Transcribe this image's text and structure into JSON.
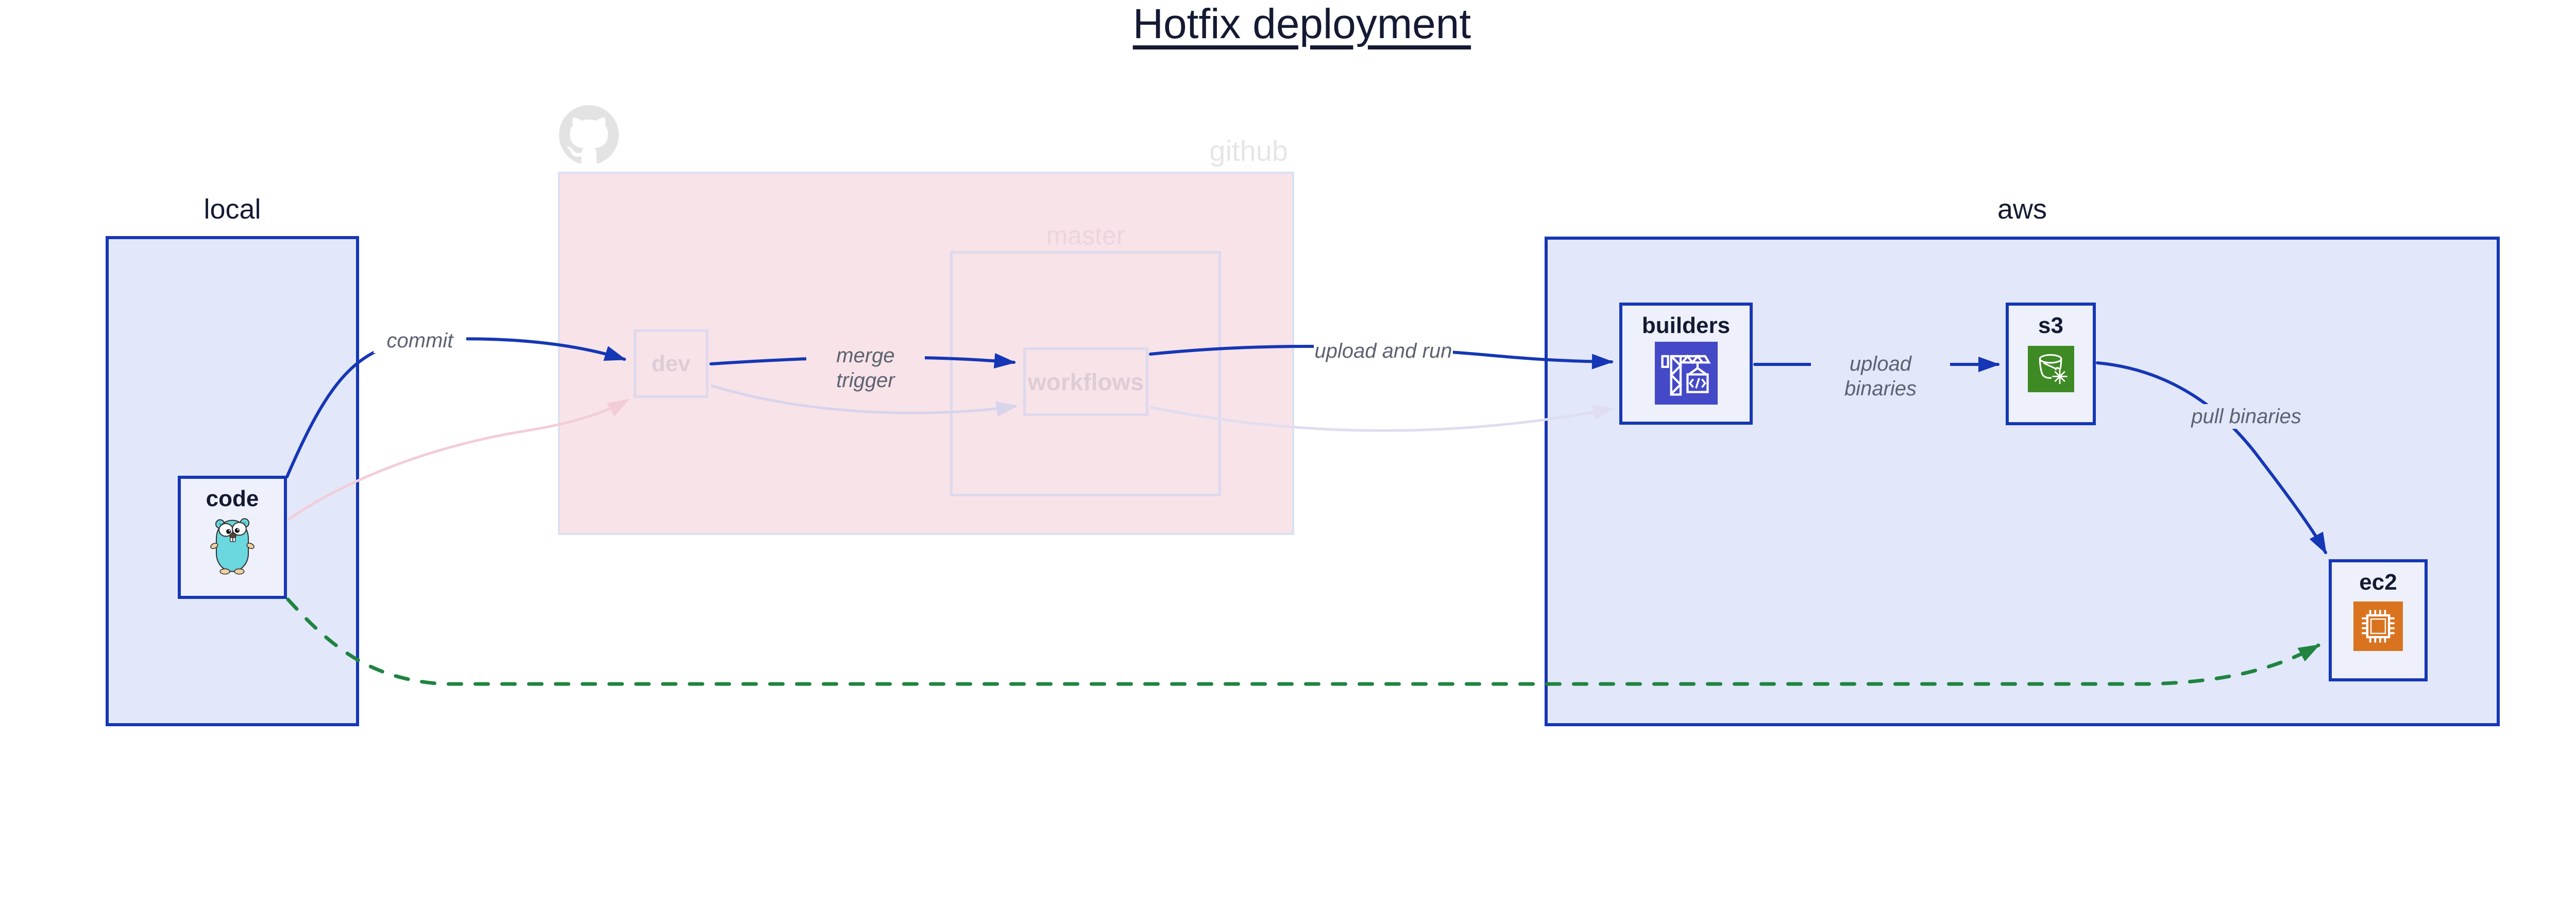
{
  "title": "Hotfix deployment",
  "containers": {
    "local": {
      "label": "local"
    },
    "github": {
      "label": "github",
      "master": {
        "label": "master"
      }
    },
    "aws": {
      "label": "aws"
    }
  },
  "nodes": {
    "code": {
      "label": "code",
      "icon": "go-gopher-icon"
    },
    "dev": {
      "label": "dev"
    },
    "workflows": {
      "label": "workflows"
    },
    "builders": {
      "label": "builders",
      "icon": "codebuild-crane-icon"
    },
    "s3": {
      "label": "s3",
      "icon": "s3-bucket-icon"
    },
    "ec2": {
      "label": "ec2",
      "icon": "ec2-chip-icon"
    }
  },
  "edges": [
    {
      "from": "code",
      "to": "dev",
      "label": "commit",
      "style": "solid-blue"
    },
    {
      "from": "dev",
      "to": "workflows",
      "label": "merge trigger",
      "style": "solid-blue"
    },
    {
      "from": "workflows",
      "to": "builders",
      "label": "upload and run",
      "style": "solid-blue"
    },
    {
      "from": "builders",
      "to": "s3",
      "label": "upload binaries",
      "style": "solid-blue"
    },
    {
      "from": "s3",
      "to": "ec2",
      "label": "pull binaries",
      "style": "solid-blue"
    },
    {
      "from": "code",
      "to": "dev",
      "label": "",
      "style": "ghost-pink"
    },
    {
      "from": "dev",
      "to": "workflows",
      "label": "",
      "style": "ghost-lavender"
    },
    {
      "from": "workflows",
      "to": "builders",
      "label": "",
      "style": "ghost-lavender"
    },
    {
      "from": "code",
      "to": "ec2",
      "label": "",
      "style": "dashed-green"
    }
  ],
  "colors": {
    "accent_blue": "#1537b5",
    "zone_fill_lavender": "#e2e7fa",
    "node_fill": "#eef1fb",
    "github_pink_fill": "#f8e3e8",
    "ghost_border": "#ded9ed",
    "ghost_text": "#ddcdd7",
    "edge_label_gray": "#5b6270",
    "hotfix_green": "#1f8440",
    "codebuild_indigo": "#4449c8",
    "s3_green": "#3e8a25",
    "ec2_orange": "#d9731f",
    "github_gray": "#e3e3e3",
    "dark_text": "#141a33"
  }
}
